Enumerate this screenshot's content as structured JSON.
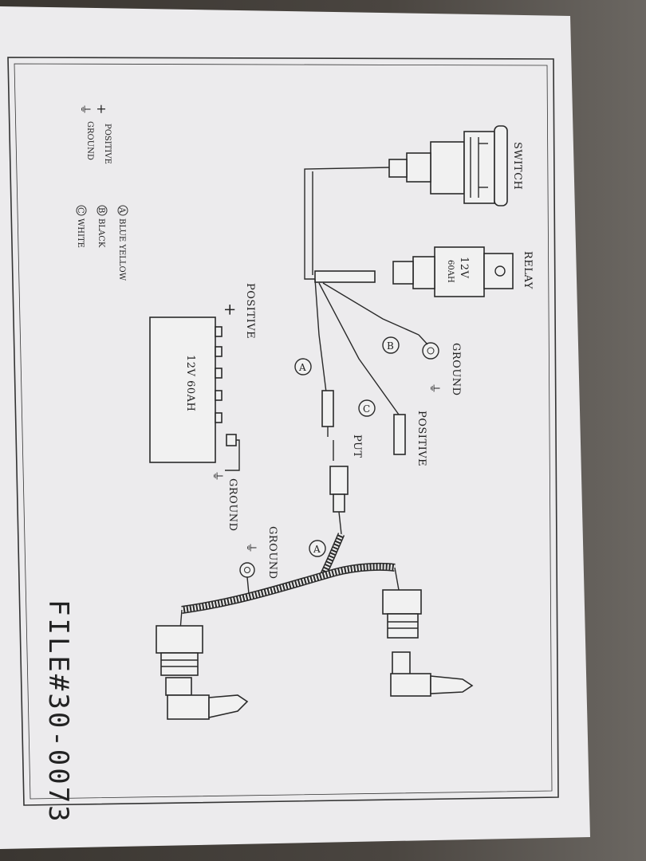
{
  "labels": {
    "switch": "SWITCH",
    "relay": "RELAY",
    "relay_rating_1": "12V",
    "relay_rating_2": "60AH",
    "ground_relay": "GROUND",
    "positive_fuse": "POSITIVE",
    "put": "PUT",
    "positive_battery": "POSITIVE",
    "battery_rating": "12V 60AH",
    "ground_battery": "GROUND",
    "ground_harness": "GROUND",
    "file_number": "FILE#30-0073",
    "marker_a": "A",
    "marker_b": "B",
    "marker_c": "C"
  },
  "legend": {
    "positive": "POSITIVE",
    "ground": "GROUND",
    "wires": [
      {
        "letter": "A",
        "text": "BLUE YELLOW"
      },
      {
        "letter": "B",
        "text": "BLACK"
      },
      {
        "letter": "C",
        "text": "WHITE"
      }
    ]
  }
}
